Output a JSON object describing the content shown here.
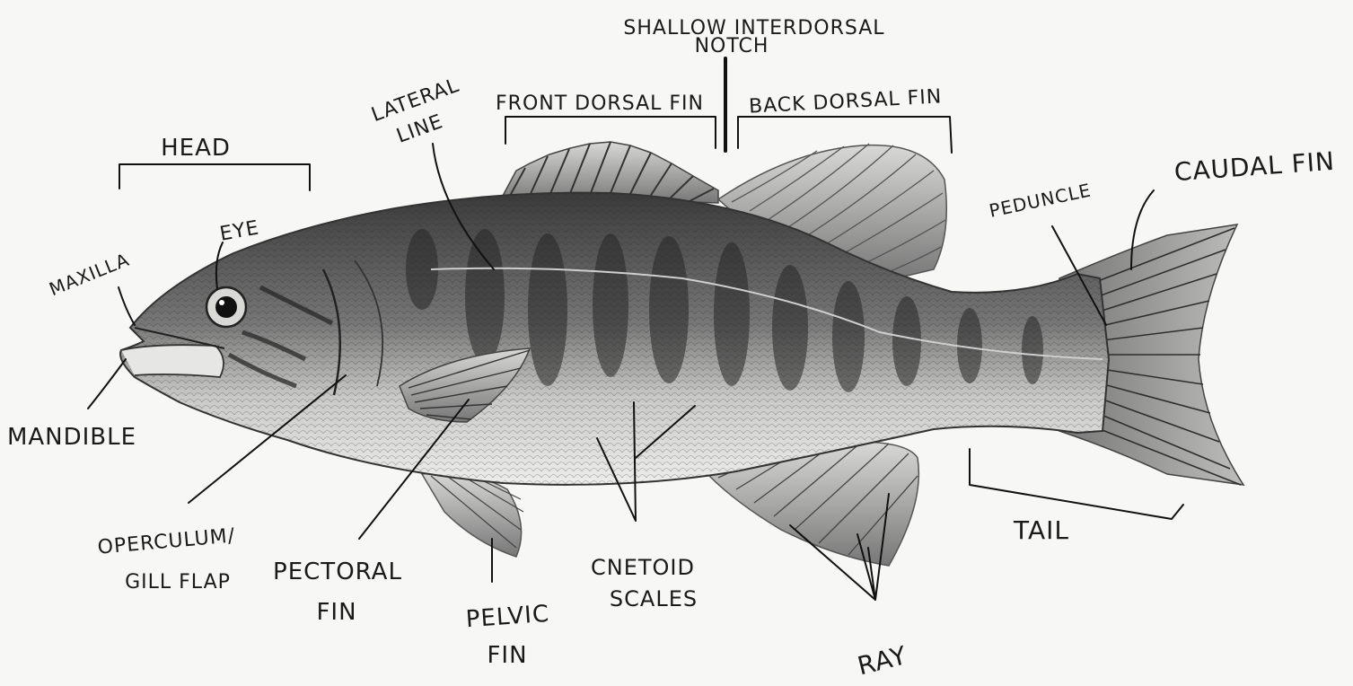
{
  "labels": {
    "shallow_interdorsal_notch": [
      "SHALLOW INTERDORSAL",
      "NOTCH"
    ],
    "front_dorsal_fin": "FRONT DORSAL FIN",
    "back_dorsal_fin": "BACK DORSAL FIN",
    "lateral_line": [
      "LATERAL",
      "LINE"
    ],
    "head": "HEAD",
    "eye": "EYE",
    "maxilla": "MAXILLA",
    "mandible": "MANDIBLE",
    "peduncle": "PEDUNCLE",
    "caudal_fin": "CAUDAL FIN",
    "operculum": [
      "OPERCULUM/",
      "GILL FLAP"
    ],
    "pectoral_fin": [
      "PECTORAL",
      "FIN"
    ],
    "pelvic_fin": [
      "PELVIC",
      "FIN"
    ],
    "cnetoid_scales": [
      "CNETOID",
      "SCALES"
    ],
    "tail": "TAIL",
    "ray": "RAY"
  },
  "colors": {
    "paper": "#f7f7f5",
    "ink": "#111111",
    "body_dark": "#3c3c3c",
    "body_mid": "#8a8a8a",
    "belly": "#e6e6e4",
    "spots": "#2a2a2a"
  }
}
